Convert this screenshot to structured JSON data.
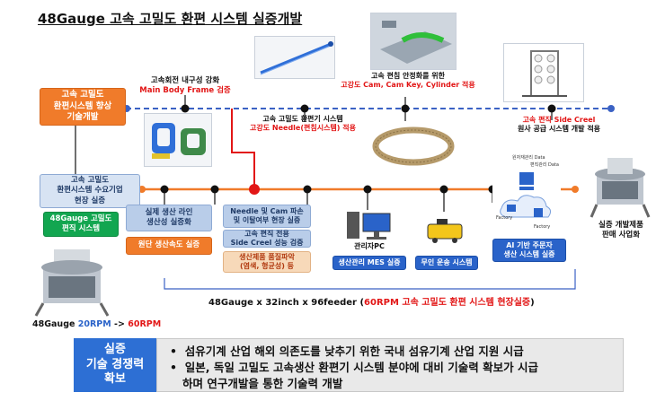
{
  "title": "48Gauge 고속 고밀도 환편 시스템 실증개발",
  "top_line": {
    "left_box": [
      "고속 고밀도",
      "환편시스템 향상",
      "기술개발"
    ],
    "label1": {
      "line1": "고속회전 내구성 강화",
      "line2": "Main Body Frame 검증"
    },
    "label2": {
      "line1": "고속 고밀도 환편기 시스템",
      "line2": "고강도 Needle(편침시스템) 적용"
    },
    "label3": {
      "line1": "고속 편침 안정화를 위한",
      "line2": "고강도 Cam, Cam Key, Cylinder 적용"
    },
    "label4": {
      "line1": "고속 편직 Side Creel",
      "line2": "원사 공급 시스템 개발 적용"
    }
  },
  "mid_line": {
    "left_box": [
      "고속 고밀도",
      "환편시스템 수요기업",
      "현장 실증"
    ],
    "green_box": [
      "48Gauge 고밀도",
      "편직 시스템"
    ],
    "box_a": [
      "실제 생산 라인",
      "생산성 실증화"
    ],
    "box_b": "원단 생산속도 실증",
    "box_c": [
      "Needle 및 Cam 파손",
      "및 이탈여부 현장 실증"
    ],
    "box_d": [
      "고속 편직 전용",
      "Side Creel 성능 검증"
    ],
    "box_e": [
      "생산제품 품질파악",
      "(염색, 형균성) 등"
    ],
    "pc_label": "관리자PC",
    "mes_box": "생산관리 MES 실증",
    "agv_box": "무인 운송 시스템",
    "ai_box": [
      "AI 기반 주문자",
      "생산 시스템 실증"
    ],
    "right_label": [
      "실증 개발제품",
      "판매 사업화"
    ],
    "spec_prefix": "48Gauge x 32inch x 96feeder (",
    "spec_red": "60RPM 고속 고밀도 환편 시스템 현장실증",
    "spec_suffix": ")",
    "rpm_prefix": "48Gauge ",
    "rpm_from": "20RPM",
    "rpm_arrow": " -> ",
    "rpm_to": "60RPM",
    "cloud_labels": [
      "원자재관리 Data",
      "편직관리 Data",
      "Factory",
      "Factory"
    ]
  },
  "bottom": {
    "left": [
      "실증",
      "기술 경쟁력",
      "확보"
    ],
    "bullet1": "섬유기계 산업 해외 의존도를 낮추기 위한 국내 섬유기계 산업 지원 시급",
    "bullet2a": "일본, 독일 고밀도 고속생산 환편기 시스템 분야에 대비 기술력 확보가 시급",
    "bullet2b": "하며 연구개발을 통한 기술력 개발",
    "bullet_mark": "•"
  },
  "colors": {
    "orange": "#f07b2a",
    "light_blue": "#b9cde9",
    "green": "#12a650",
    "blue": "#2a63c9",
    "red": "#e21616",
    "tan": "#f7d9b9",
    "dashed_line": "#3b62c4"
  },
  "icons": [
    "knitting-machine-icon",
    "frame-part-icon",
    "needle-icon",
    "cam-icon",
    "ring-icon",
    "side-creel-icon",
    "pc-icon",
    "agv-icon",
    "factory-cloud-icon"
  ]
}
